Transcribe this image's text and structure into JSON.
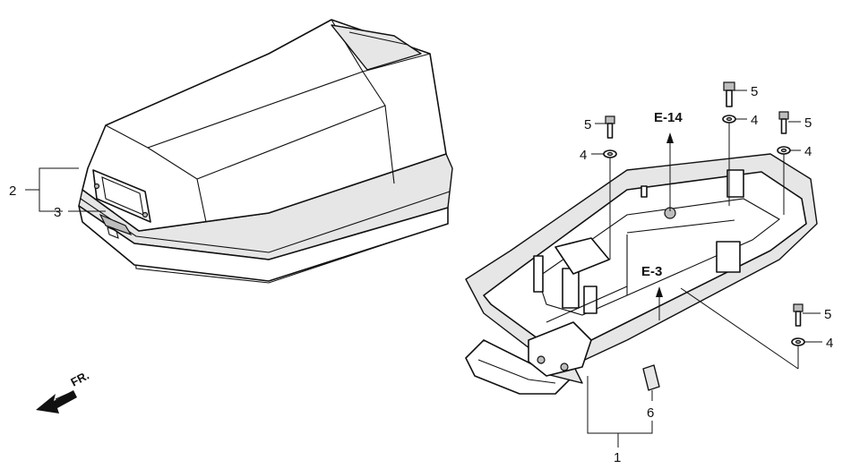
{
  "callouts": {
    "c2": "2",
    "c3": "3",
    "c5_left": "5",
    "c4_left": "4",
    "c5_mid": "5",
    "c4_mid": "4",
    "c5_right": "5",
    "c4_right": "4",
    "c5_lower": "5",
    "c4_lower": "4",
    "c6": "6",
    "c1": "1"
  },
  "refs": {
    "e14": "E-14",
    "e3": "E-3"
  },
  "direction": {
    "label": "FR."
  }
}
